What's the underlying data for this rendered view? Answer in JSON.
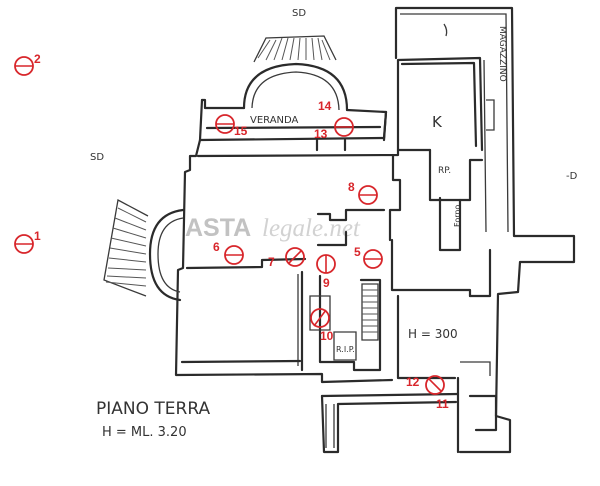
{
  "labels": {
    "top_sd": "SD",
    "left_sd": "SD",
    "right_sd": "-D",
    "veranda": "VERANDA",
    "kitchen": "K",
    "rp_top": "RP.",
    "forno": "Forno",
    "rip": "R.I.P.",
    "height": "H = 300",
    "plan_title": "PIANO TERRA",
    "plan_height": "H = ML. 3.20",
    "vertical_label": "MAGAZZINO"
  },
  "watermark": {
    "strong": "ASTA",
    "light": "legale.net"
  },
  "markers": [
    {
      "id": "1",
      "num": "1"
    },
    {
      "id": "2",
      "num": "2"
    },
    {
      "id": "5",
      "num": "5"
    },
    {
      "id": "6",
      "num": "6"
    },
    {
      "id": "7",
      "num": "7"
    },
    {
      "id": "8",
      "num": "8"
    },
    {
      "id": "9",
      "num": "9"
    },
    {
      "id": "10",
      "num": "10"
    },
    {
      "id": "11",
      "num": "11"
    },
    {
      "id": "12",
      "num": "12"
    },
    {
      "id": "13",
      "num": "13"
    },
    {
      "id": "14",
      "num": "14"
    },
    {
      "id": "15",
      "num": "15"
    }
  ],
  "colors": {
    "marker": "#d8262b",
    "ink": "#2b2b2b"
  }
}
